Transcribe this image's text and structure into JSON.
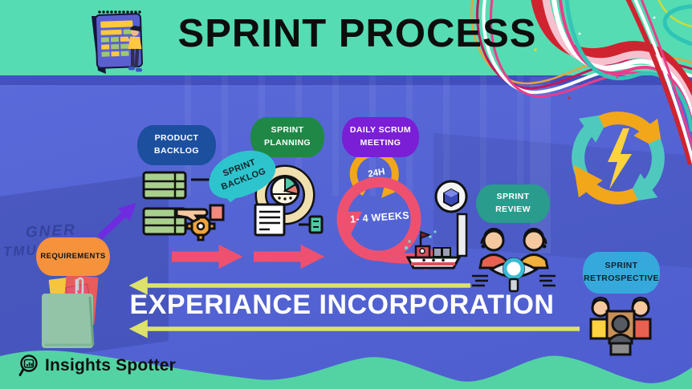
{
  "header": {
    "title": "SPRINT PROCESS"
  },
  "badges": {
    "product_backlog": {
      "label": "PRODUCT BACKLOG",
      "color": "#1c4f9e",
      "text_color": "#ffffff"
    },
    "sprint_planning": {
      "label": "SPRINT PLANNING",
      "color": "#1f8846",
      "text_color": "#ffffff"
    },
    "daily_scrum_meeting": {
      "label": "DAILY SCRUM MEETING",
      "color": "#7a1fd6",
      "text_color": "#ffffff"
    },
    "sprint_review": {
      "label": "SPRINT REVIEW",
      "color": "#299c8d",
      "text_color": "#ffffff"
    },
    "sprint_retrospective": {
      "label": "SPRINT RETROSPECTIVE",
      "color": "#36a9dc",
      "text_color": "#10212b"
    },
    "requirements": {
      "label": "REQUIREMENTS",
      "color": "#f6923b",
      "text_color": "#131313"
    },
    "sprint_backlog": {
      "label": "SPRINT BACKLOG",
      "color": "#2ec4ce",
      "text_color": "#10262a"
    }
  },
  "loop": {
    "daily_cycle": "24H",
    "sprint_duration": "1- 4 WEEKS"
  },
  "feedback": {
    "banner": "EXPERIANCE INCORPORATION"
  },
  "brand": {
    "name": "Insights Spotter"
  },
  "background": {
    "photo_text_1": "GNER",
    "photo_text_2": "TMUN"
  },
  "palette": {
    "header_teal": "#56dcb2",
    "footer_teal": "#53d3a4",
    "main_blue": "#5565d4",
    "process_pink": "#ee5170",
    "daily_orange": "#f2a71b",
    "feedback_yellow": "#dce26b",
    "input_purple": "#6f2be0",
    "title_black": "#0d0d0d"
  },
  "icons": [
    "calendar-illustration",
    "ribbons-decoration",
    "recycle-lightning-icon",
    "backlog-list-icon",
    "planning-piechart-icon",
    "release-ship-icon",
    "review-eye-people-icon",
    "retrospective-meeting-icon",
    "requirements-folder-icon",
    "magnifier-chart-logo-icon"
  ]
}
